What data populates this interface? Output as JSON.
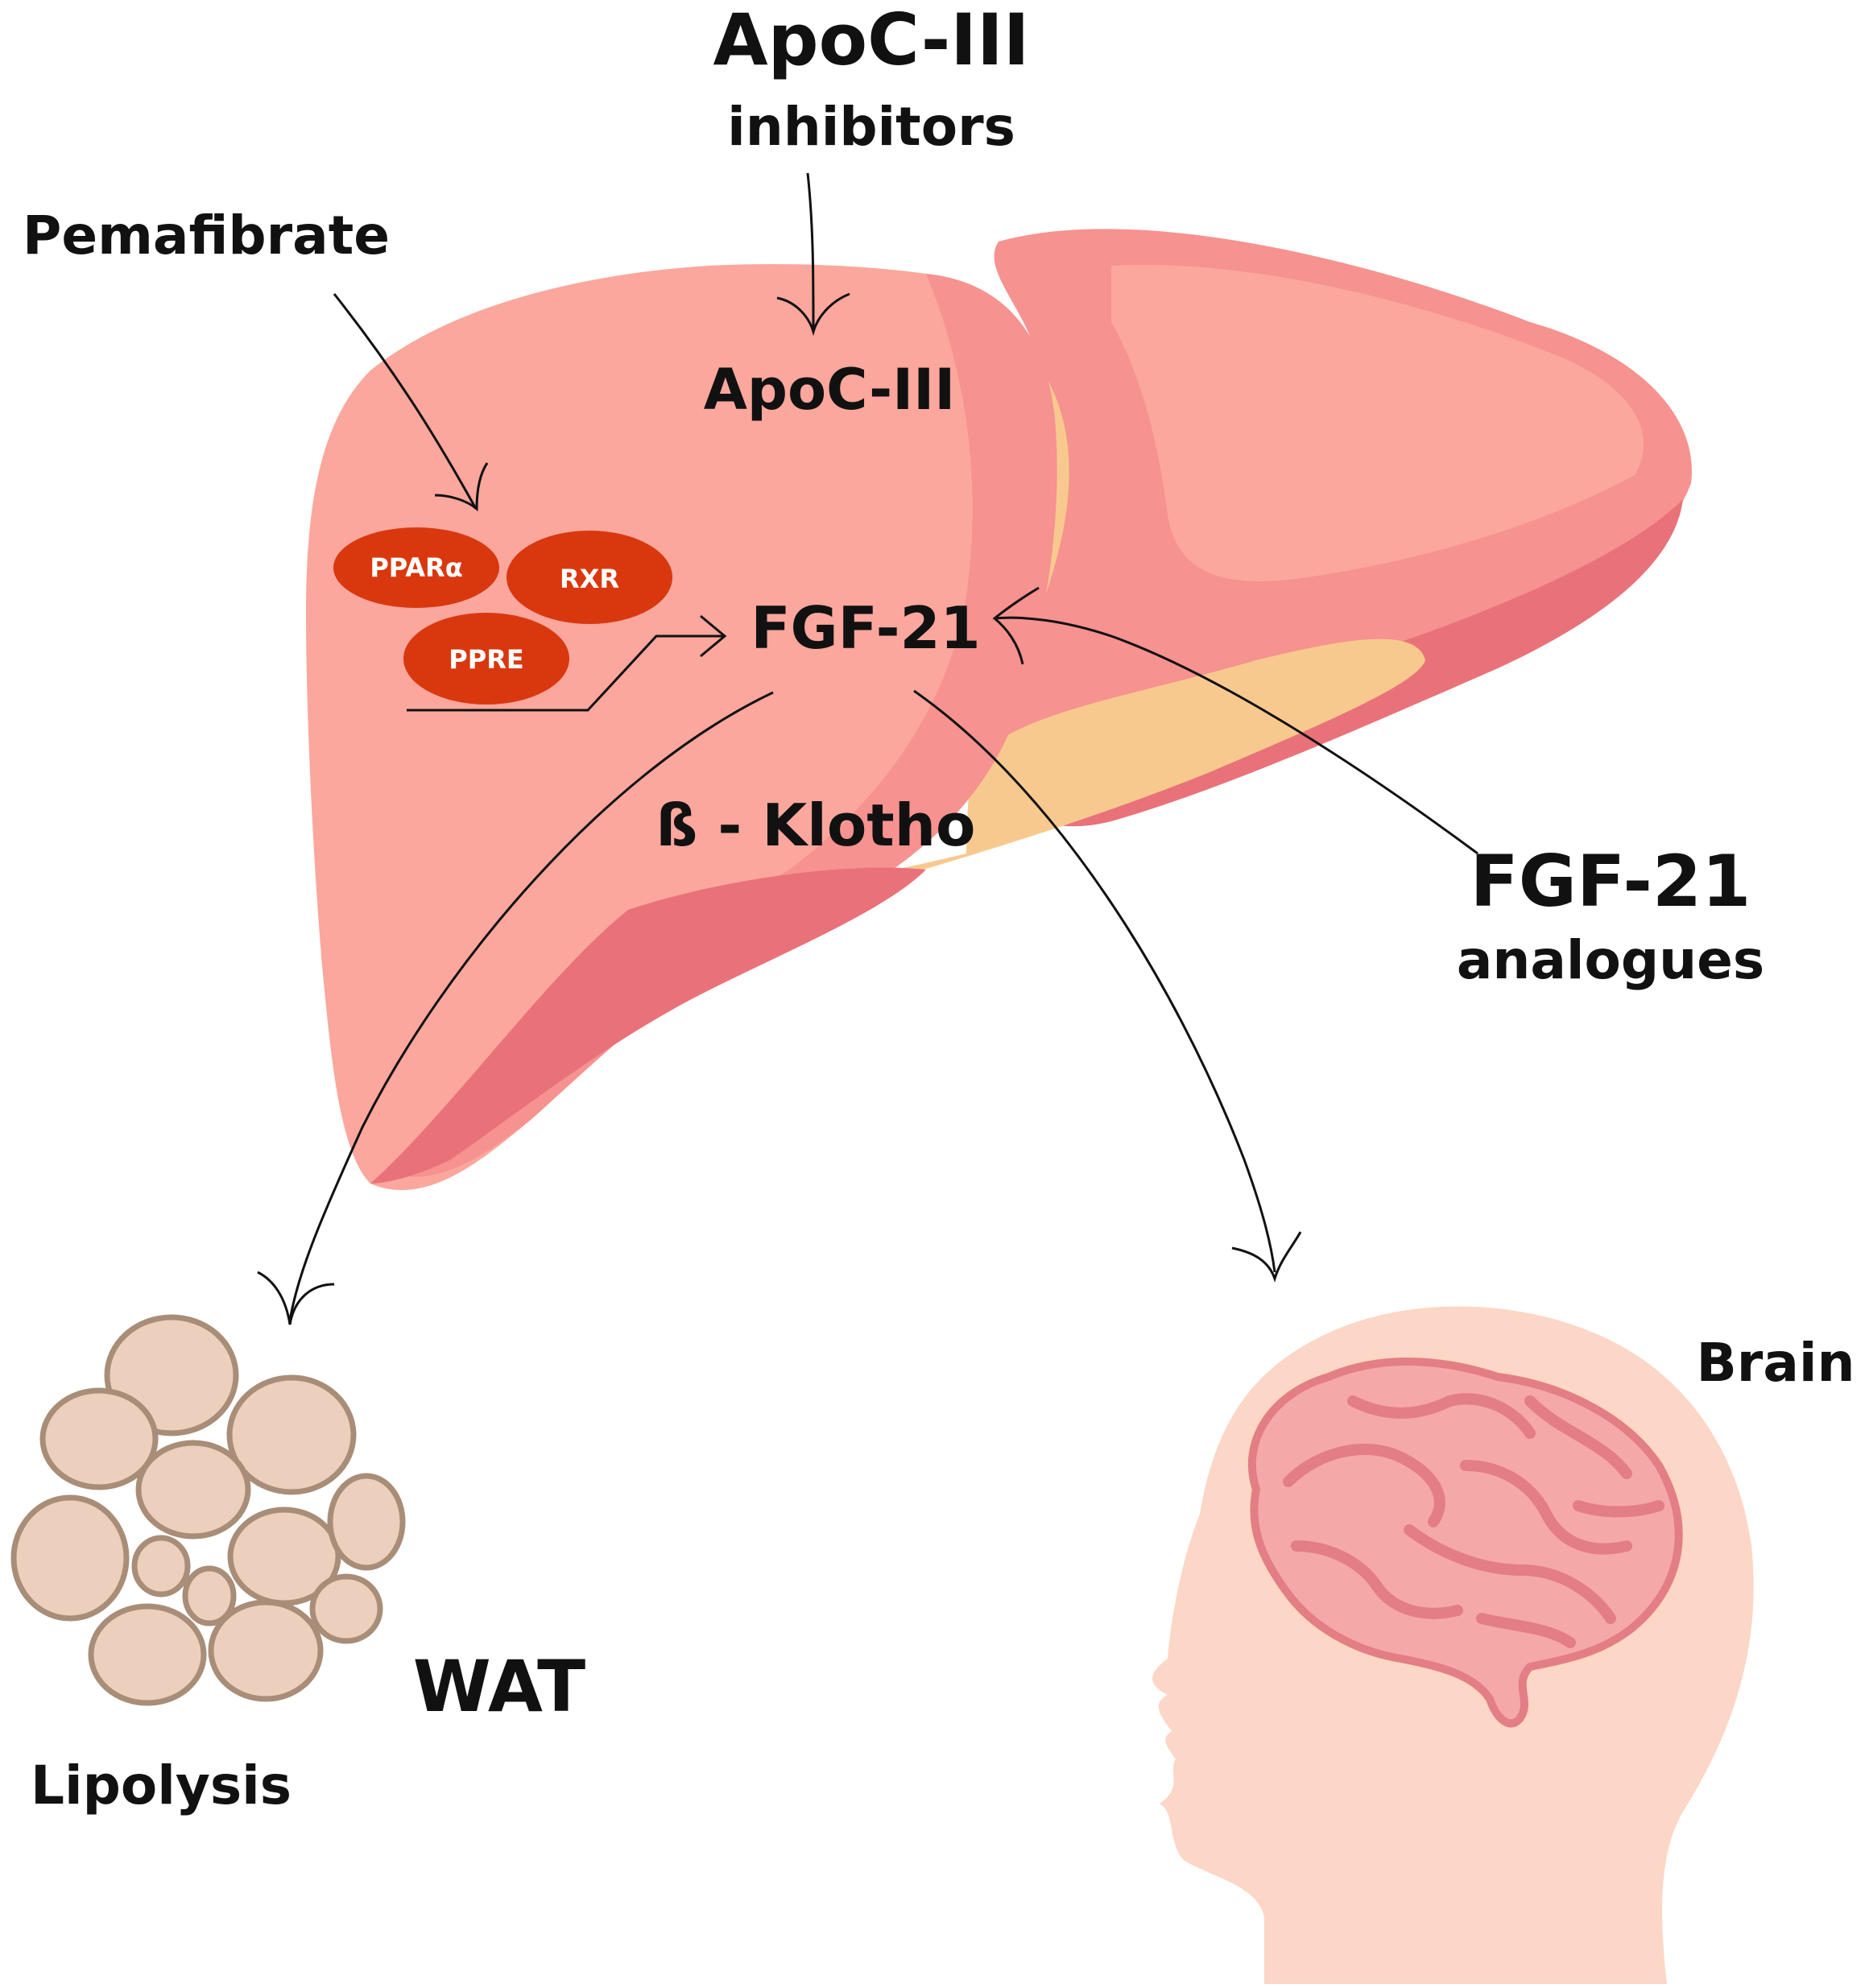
{
  "labels": {
    "apoc3_inhibitors_line1": "ApoC-III",
    "apoc3_inhibitors_line2": "inhibitors",
    "pemafibrate": "Pemafibrate",
    "apoc3": "ApoC-III",
    "fgf21": "FGF-21",
    "beta_klotho": "ß - Klotho",
    "fgf21_analogues_line1": "FGF-21",
    "fgf21_analogues_line2": "analogues",
    "brain": "Brain",
    "wat": "WAT",
    "lipolysis": "Lipolysis"
  },
  "receptors": {
    "ppara": "PPARα",
    "rxr": "RXR",
    "ppre": "PPRE"
  },
  "colors": {
    "liver_light": "#fba79d",
    "liver_mid": "#f6928f",
    "liver_dark": "#e9727a",
    "gallbladder": "#f8c98f",
    "receptor": "#d9380f",
    "wat_cell_fill": "#eccfbd",
    "wat_cell_stroke": "#a88d78",
    "head": "#fcd6c6",
    "brain_fill": "#f5a8a8",
    "brain_stroke": "#e37e84"
  }
}
